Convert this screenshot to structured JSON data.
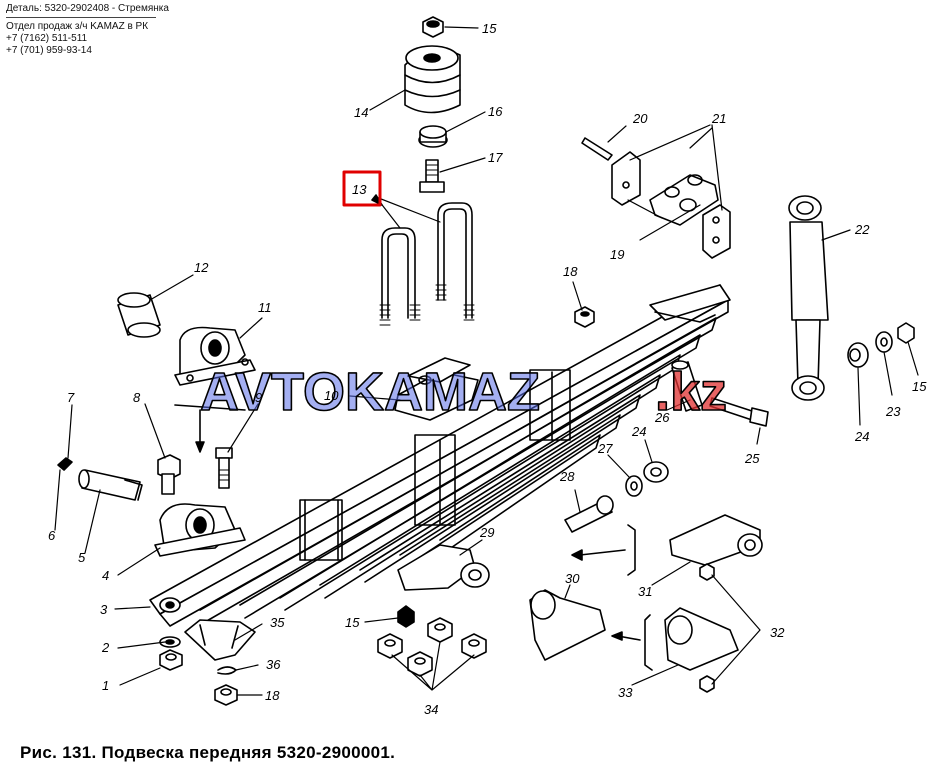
{
  "header": {
    "detail_line": "Деталь: 5320-2902408 - Стремянка",
    "dept_line": "Отдел продаж з/ч KAMAZ в РК",
    "phone_1": "+7 (7162) 511-511",
    "phone_2": "+7 (701) 959-93-14"
  },
  "watermark": {
    "brand": "AVTOKAMAZ",
    "zone": ".kz"
  },
  "caption": "Рис. 131. Подвеска передняя 5320-2900001.",
  "highlight": {
    "part_label": "13",
    "color": "#e00000"
  },
  "part_labels": [
    "1",
    "2",
    "3",
    "4",
    "5",
    "6",
    "7",
    "8",
    "9",
    "10",
    "11",
    "12",
    "13",
    "14",
    "15",
    "16",
    "17",
    "18",
    "19",
    "20",
    "21",
    "22",
    "23",
    "24",
    "25",
    "26",
    "27",
    "28",
    "29",
    "30",
    "31",
    "32",
    "33",
    "34",
    "35",
    "36"
  ],
  "labels": {
    "l1": "1",
    "l2": "2",
    "l3": "3",
    "l4": "4",
    "l5": "5",
    "l6": "6",
    "l7": "7",
    "l8": "8",
    "l9": "9",
    "l10": "10",
    "l11": "11",
    "l12": "12",
    "l13": "13",
    "l14": "14",
    "l15a": "15",
    "l15b": "15",
    "l15c": "15",
    "l16": "16",
    "l17": "17",
    "l18a": "18",
    "l18b": "18",
    "l19": "19",
    "l20": "20",
    "l21": "21",
    "l22": "22",
    "l23": "23",
    "l24a": "24",
    "l24b": "24",
    "l25": "25",
    "l26": "26",
    "l27": "27",
    "l28": "28",
    "l29": "29",
    "l30": "30",
    "l31": "31",
    "l32": "32",
    "l33": "33",
    "l34": "34",
    "l35": "35",
    "l36": "36"
  }
}
